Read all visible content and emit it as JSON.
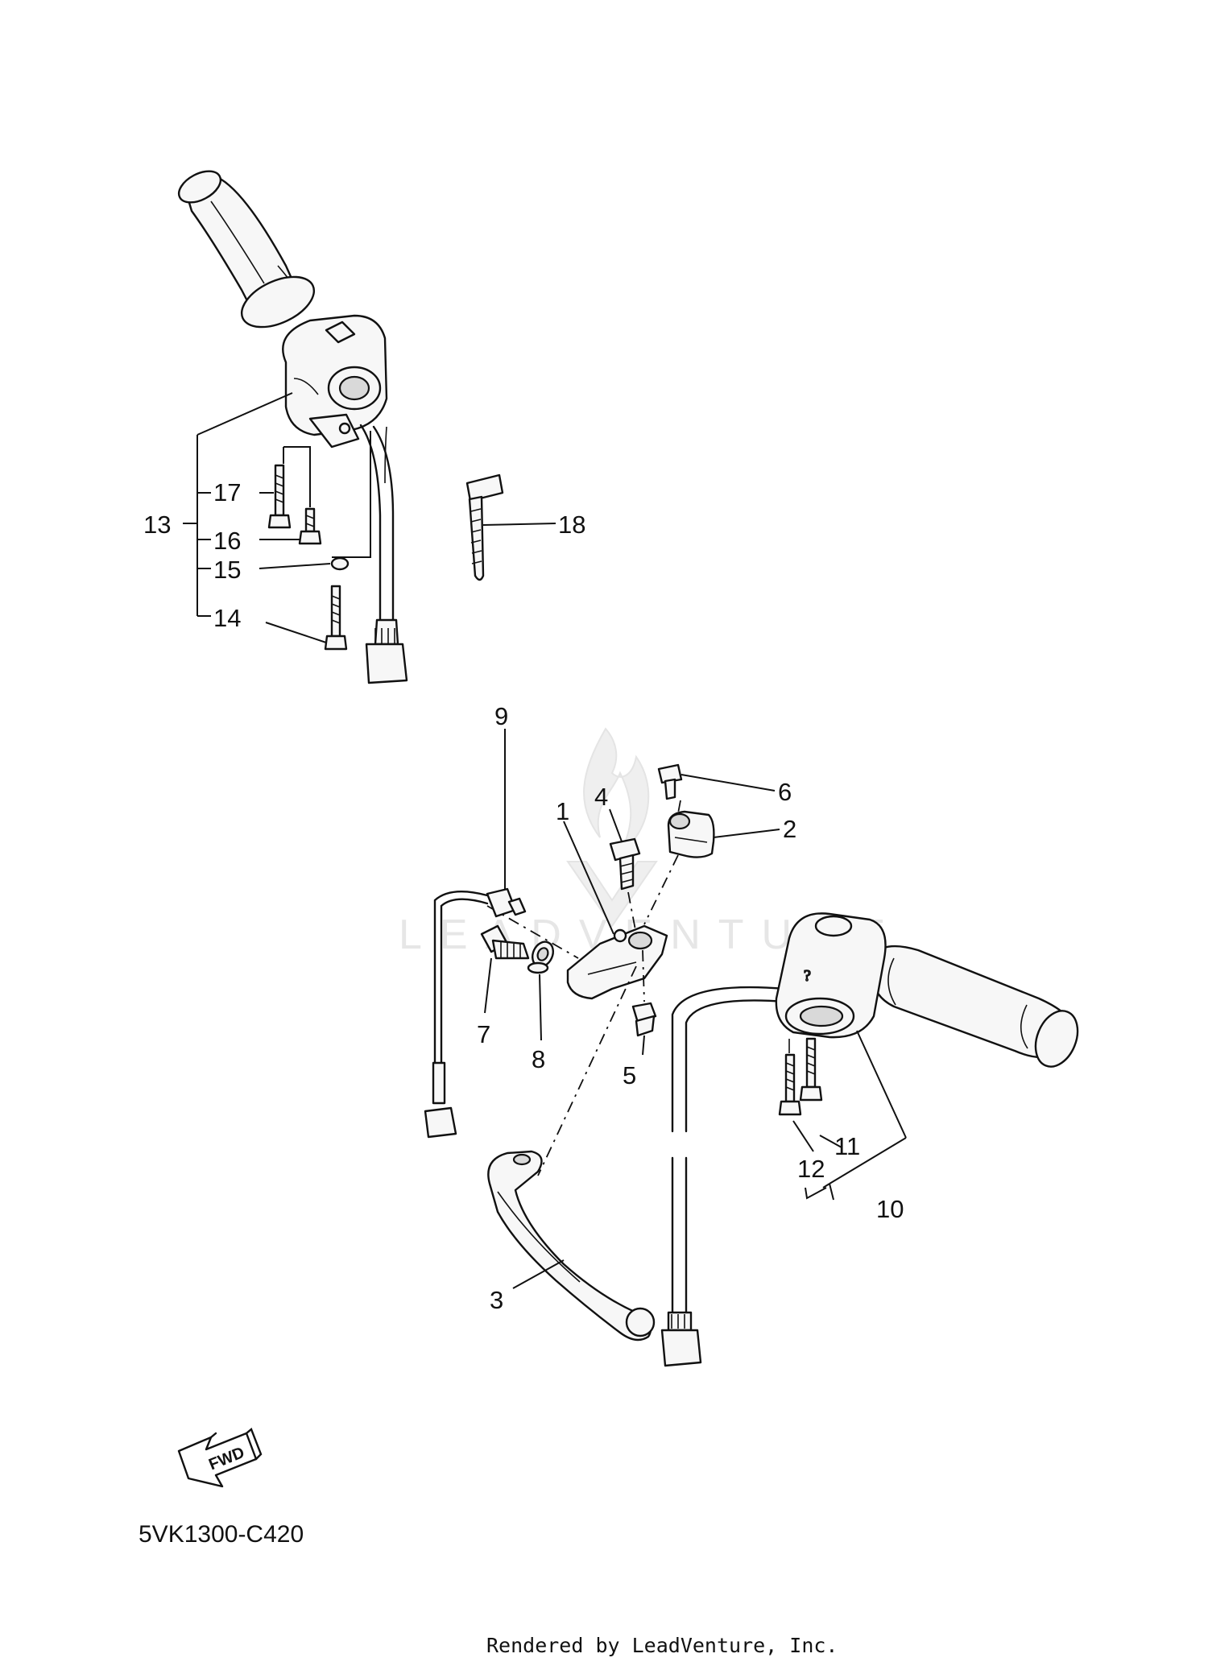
{
  "diagram_code": "5VK1300-C420",
  "fwd_label": "FWD",
  "footer": "Rendered by LeadVenture, Inc.",
  "watermark_text": "LEADVENTURE",
  "callouts": {
    "c1": "1",
    "c2": "2",
    "c3": "3",
    "c4": "4",
    "c5": "5",
    "c6": "6",
    "c7": "7",
    "c8": "8",
    "c9": "9",
    "c10": "10",
    "c11": "11",
    "c12": "12",
    "c13": "13",
    "c14": "14",
    "c15": "15",
    "c16": "16",
    "c17": "17",
    "c18": "18"
  }
}
